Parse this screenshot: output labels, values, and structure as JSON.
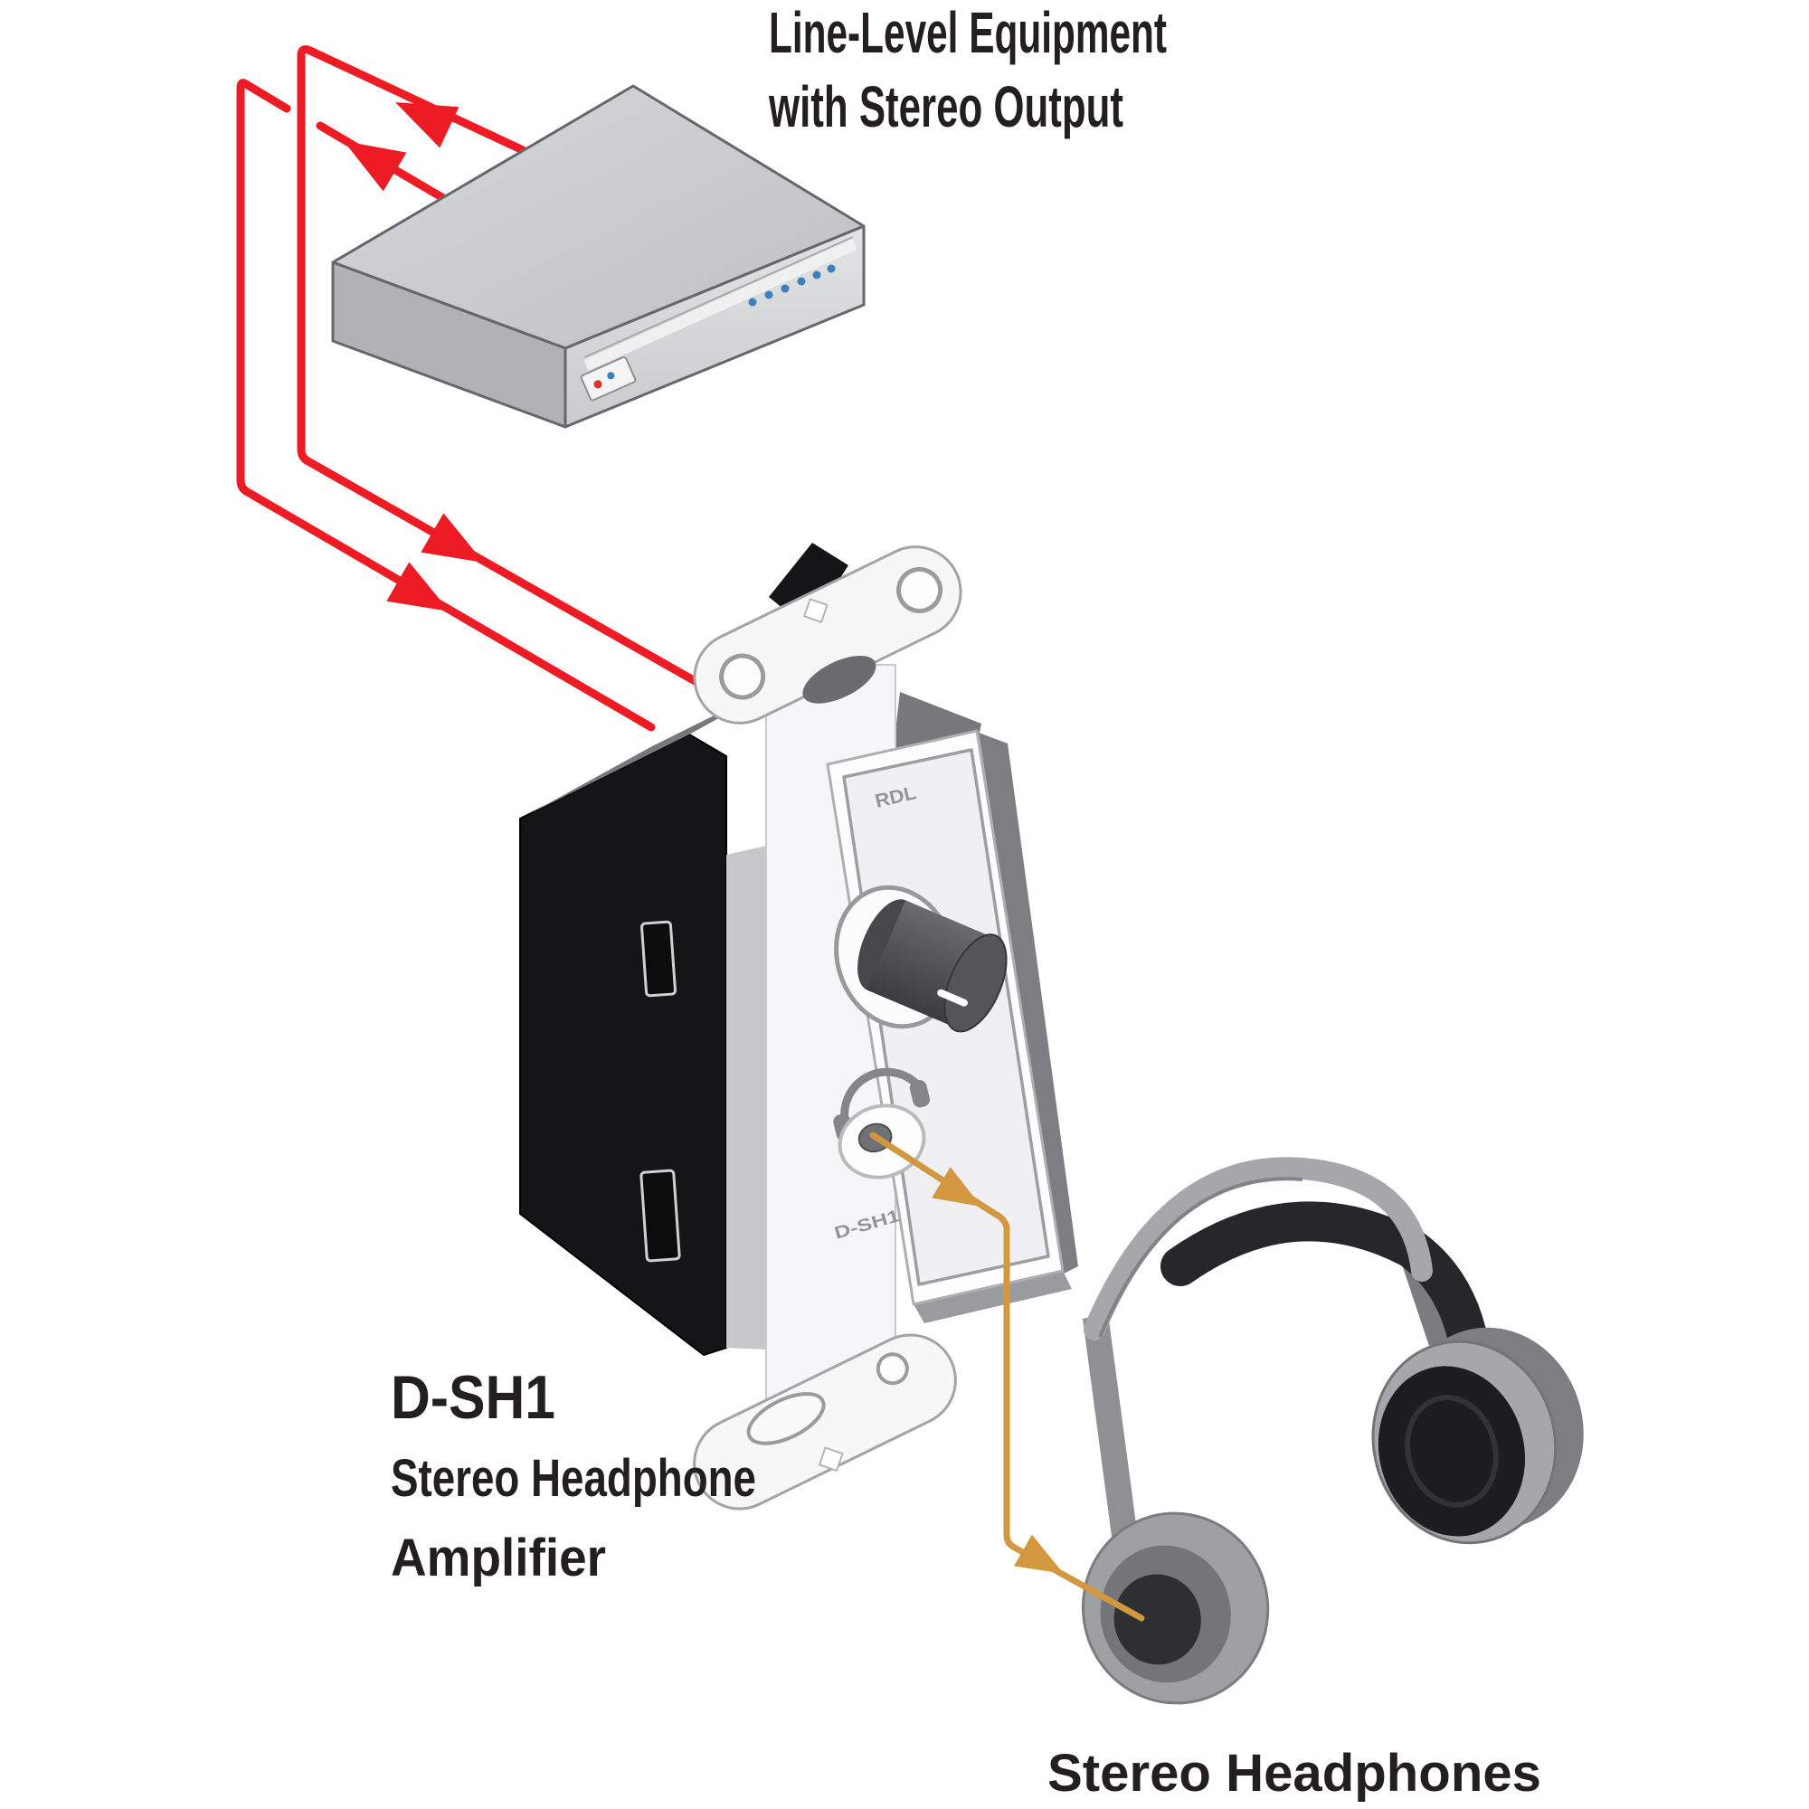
{
  "diagram": {
    "source_label": {
      "line1": "Line-Level Equipment",
      "line2": "with Stereo Output"
    },
    "amplifier_label": {
      "model": "D-SH1",
      "line1": "Stereo Headphone",
      "line2": "Amplifier"
    },
    "wallplate": {
      "brand": "RDL",
      "model": "D-SH1"
    },
    "headphones_label": "Stereo Headphones",
    "colors": {
      "signal_red": "#ed1c24",
      "cable_orange": "#d2973f"
    }
  }
}
